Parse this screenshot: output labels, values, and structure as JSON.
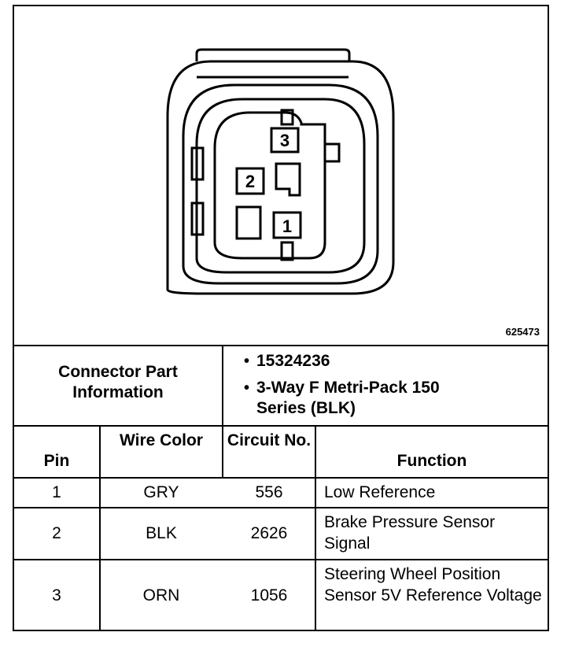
{
  "figure": {
    "id": "625473",
    "pin_labels": [
      "3",
      "2",
      "1"
    ]
  },
  "connector_info": {
    "label": "Connector Part Information",
    "items": [
      "15324236",
      "3-Way F Metri-Pack 150 Series (BLK)"
    ]
  },
  "table": {
    "headers": {
      "pin": "Pin",
      "wire_color": "Wire Color",
      "circuit_no": "Circuit No.",
      "function": "Function"
    },
    "rows": [
      {
        "pin": "1",
        "wire_color": "GRY",
        "circuit": "556",
        "function": "Low Reference"
      },
      {
        "pin": "2",
        "wire_color": "BLK",
        "circuit": "2626",
        "function": "Brake Pressure Sensor Signal"
      },
      {
        "pin": "3",
        "wire_color": "ORN",
        "circuit": "1056",
        "function": "Steering Wheel Position Sensor 5V Reference Voltage"
      }
    ]
  }
}
